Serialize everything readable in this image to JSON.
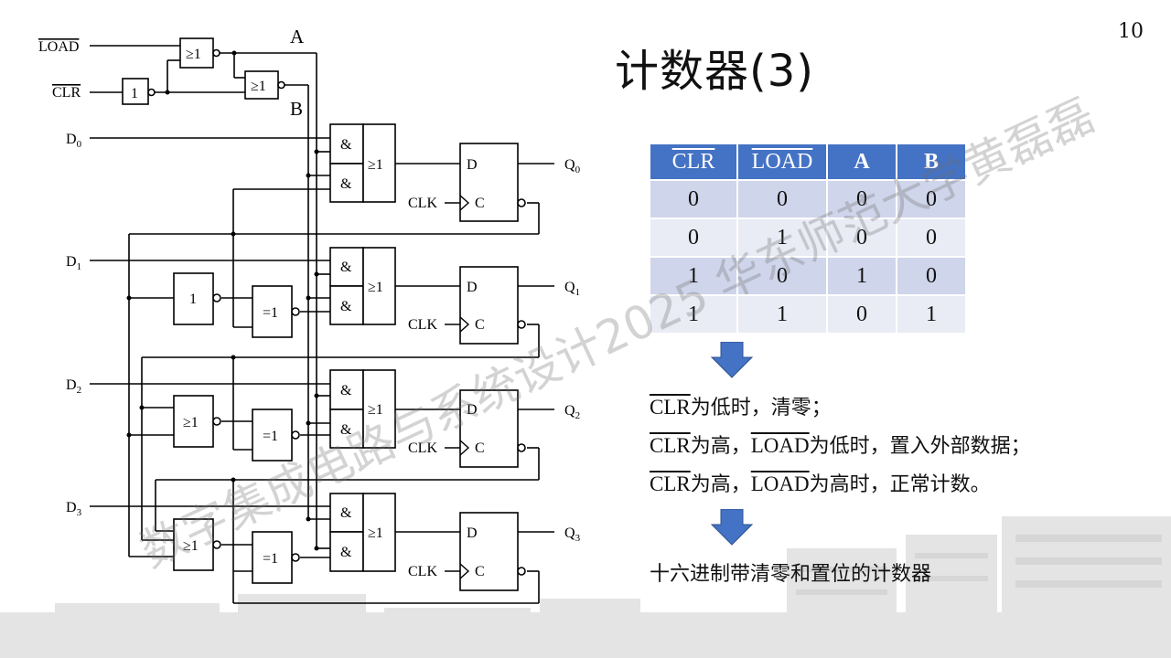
{
  "slide": {
    "title": "计数器(3)",
    "page_number": "10"
  },
  "circuit": {
    "inputs": {
      "load": "LOAD",
      "clr": "CLR",
      "d0": "D",
      "d1": "D",
      "d2": "D",
      "d3": "D",
      "d0_sub": "0",
      "d1_sub": "1",
      "d2_sub": "2",
      "d3_sub": "3"
    },
    "node_labels": {
      "a": "A",
      "b": "B"
    },
    "outputs": {
      "q0": "Q",
      "q1": "Q",
      "q2": "Q",
      "q3": "Q",
      "q0_sub": "0",
      "q1_sub": "1",
      "q2_sub": "2",
      "q3_sub": "3"
    },
    "gate_labels": {
      "or": "≥1",
      "not": "1",
      "xor": "=1",
      "and": "&"
    },
    "flipflop_labels": {
      "d": "D",
      "c": "C",
      "clk": "CLK"
    }
  },
  "truth_table": {
    "headers": [
      "CLR",
      "LOAD",
      "A",
      "B"
    ],
    "rows": [
      [
        "0",
        "0",
        "0",
        "0"
      ],
      [
        "0",
        "1",
        "0",
        "0"
      ],
      [
        "1",
        "0",
        "1",
        "0"
      ],
      [
        "1",
        "1",
        "0",
        "1"
      ]
    ]
  },
  "notes": {
    "line1_clr": "CLR",
    "line1_text": "为低时，清零；",
    "line2_clr": "CLR",
    "line2_text1": "为高，",
    "line2_load": "LOAD",
    "line2_text2": "为低时，置入外部数据；",
    "line3_clr": "CLR",
    "line3_text1": "为高，",
    "line3_load": "LOAD",
    "line3_text2": "为高时，正常计数。"
  },
  "conclusion": "十六进制带清零和置位的计数器",
  "watermark": "数字集成电路与系统设计2025 华东师范大学黄磊磊",
  "colors": {
    "accent": "#4472c4",
    "row_odd": "#cfd5ea",
    "row_even": "#e9ebf5"
  }
}
